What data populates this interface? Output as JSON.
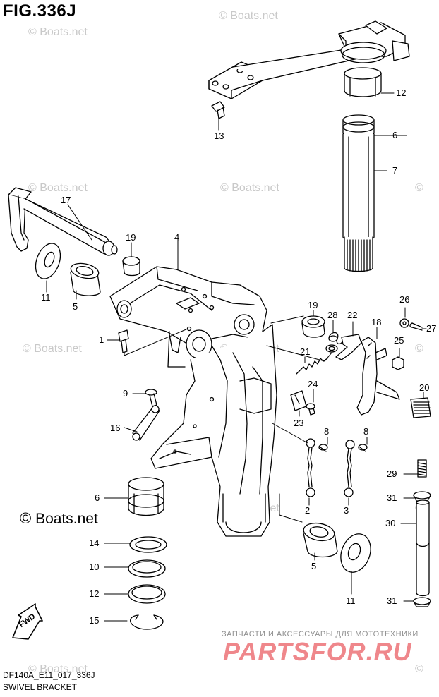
{
  "figure": {
    "title": "FIG.336J",
    "code": "DF140A_E11_017_336J",
    "name": "SWIVEL BRACKET",
    "fwd_label": "FWD"
  },
  "callouts": [
    {
      "id": "c12a",
      "label": "12"
    },
    {
      "id": "c13",
      "label": "13"
    },
    {
      "id": "c6a",
      "label": "6"
    },
    {
      "id": "c7",
      "label": "7"
    },
    {
      "id": "c17",
      "label": "17"
    },
    {
      "id": "c19a",
      "label": "19"
    },
    {
      "id": "c4",
      "label": "4"
    },
    {
      "id": "c11a",
      "label": "11"
    },
    {
      "id": "c5a",
      "label": "5"
    },
    {
      "id": "c1",
      "label": "1"
    },
    {
      "id": "c19b",
      "label": "19"
    },
    {
      "id": "c28",
      "label": "28"
    },
    {
      "id": "c22",
      "label": "22"
    },
    {
      "id": "c18",
      "label": "18"
    },
    {
      "id": "c26",
      "label": "26"
    },
    {
      "id": "c27",
      "label": "27"
    },
    {
      "id": "c25",
      "label": "25"
    },
    {
      "id": "c21",
      "label": "21"
    },
    {
      "id": "c24",
      "label": "24"
    },
    {
      "id": "c20",
      "label": "20"
    },
    {
      "id": "c23",
      "label": "23"
    },
    {
      "id": "c9",
      "label": "9"
    },
    {
      "id": "c16",
      "label": "16"
    },
    {
      "id": "c8a",
      "label": "8"
    },
    {
      "id": "c8b",
      "label": "8"
    },
    {
      "id": "c29",
      "label": "29"
    },
    {
      "id": "c31a",
      "label": "31"
    },
    {
      "id": "c2",
      "label": "2"
    },
    {
      "id": "c3",
      "label": "3"
    },
    {
      "id": "c6b",
      "label": "6"
    },
    {
      "id": "c30",
      "label": "30"
    },
    {
      "id": "c14",
      "label": "14"
    },
    {
      "id": "c5b",
      "label": "5"
    },
    {
      "id": "c10",
      "label": "10"
    },
    {
      "id": "c12b",
      "label": "12"
    },
    {
      "id": "c11b",
      "label": "11"
    },
    {
      "id": "c31b",
      "label": "31"
    },
    {
      "id": "c15",
      "label": "15"
    }
  ],
  "watermark": {
    "text": "Boats.net",
    "symbol": "©",
    "large_text": "Boats.net"
  },
  "promo": {
    "text": "ЗАПЧАСТИ И АКСЕССУАРЫ ДЛЯ МОТОТЕХНИКИ",
    "logo": "PARTSFOR.RU"
  }
}
